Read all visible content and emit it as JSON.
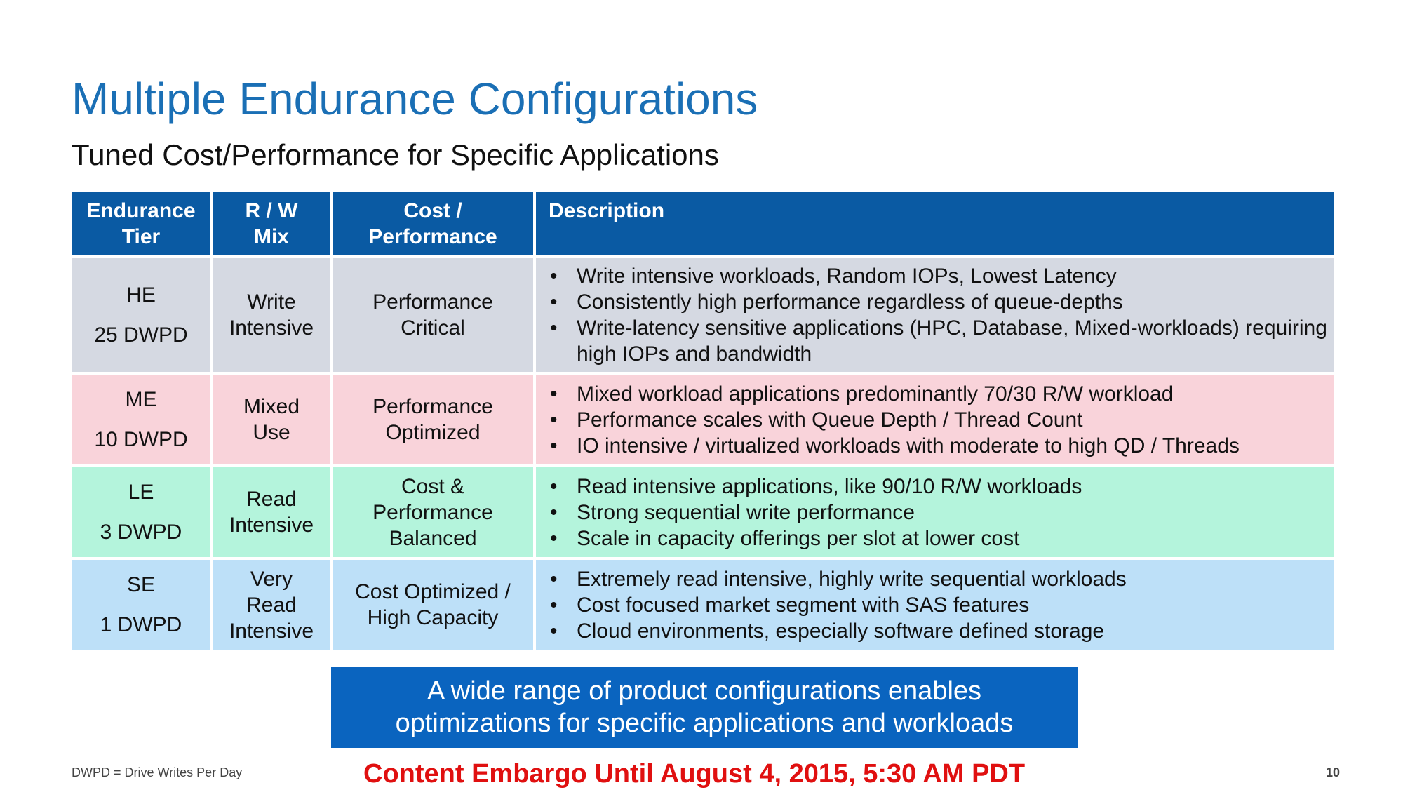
{
  "title": "Multiple Endurance Configurations",
  "subtitle": "Tuned Cost/Performance for Specific Applications",
  "table": {
    "headers": [
      [
        "Endurance",
        "Tier"
      ],
      [
        "R / W",
        "Mix"
      ],
      [
        "Cost /",
        "Performance"
      ],
      [
        "Description"
      ]
    ],
    "rows": [
      {
        "tier": "HE",
        "dwpd": "25 DWPD",
        "mix": [
          "Write",
          "Intensive"
        ],
        "cost": [
          "Performance",
          "Critical"
        ],
        "desc": [
          "Write intensive workloads, Random IOPs, Lowest Latency",
          "Consistently high performance regardless of queue-depths",
          "Write-latency sensitive applications (HPC, Database, Mixed-workloads) requiring high IOPs and bandwidth"
        ]
      },
      {
        "tier": "ME",
        "dwpd": "10 DWPD",
        "mix": [
          "Mixed",
          "Use"
        ],
        "cost": [
          "Performance",
          "Optimized"
        ],
        "desc": [
          "Mixed workload applications predominantly 70/30 R/W workload",
          "Performance scales with Queue Depth / Thread Count",
          "IO intensive / virtualized workloads with moderate to high QD / Threads"
        ]
      },
      {
        "tier": "LE",
        "dwpd": "3 DWPD",
        "mix": [
          "Read",
          "Intensive"
        ],
        "cost": [
          "Cost &",
          "Performance",
          "Balanced"
        ],
        "desc": [
          "Read intensive applications, like 90/10 R/W workloads",
          "Strong sequential write performance",
          "Scale in capacity offerings per slot at  lower cost"
        ]
      },
      {
        "tier": "SE",
        "dwpd": "1 DWPD",
        "mix": [
          "Very",
          "Read",
          "Intensive"
        ],
        "cost": [
          "Cost Optimized /",
          "High Capacity"
        ],
        "desc": [
          "Extremely read intensive, highly write sequential workloads",
          "Cost focused market segment with SAS features",
          "Cloud environments, especially software defined storage"
        ]
      }
    ]
  },
  "callout": [
    "A wide range of product configurations enables",
    "optimizations for specific applications and workloads"
  ],
  "footnote": "DWPD = Drive Writes Per Day",
  "embargo": "Content Embargo Until August 4, 2015, 5:30 AM PDT",
  "page_number": "10",
  "colors": {
    "title": "#1a6fb5",
    "header_bg": "#0a5aa3",
    "row_he": "#d5d9e2",
    "row_me": "#f9d3da",
    "row_le": "#b4f4dc",
    "row_se": "#bde0f8",
    "callout_bg": "#0a64bf",
    "embargo": "#e01010"
  }
}
